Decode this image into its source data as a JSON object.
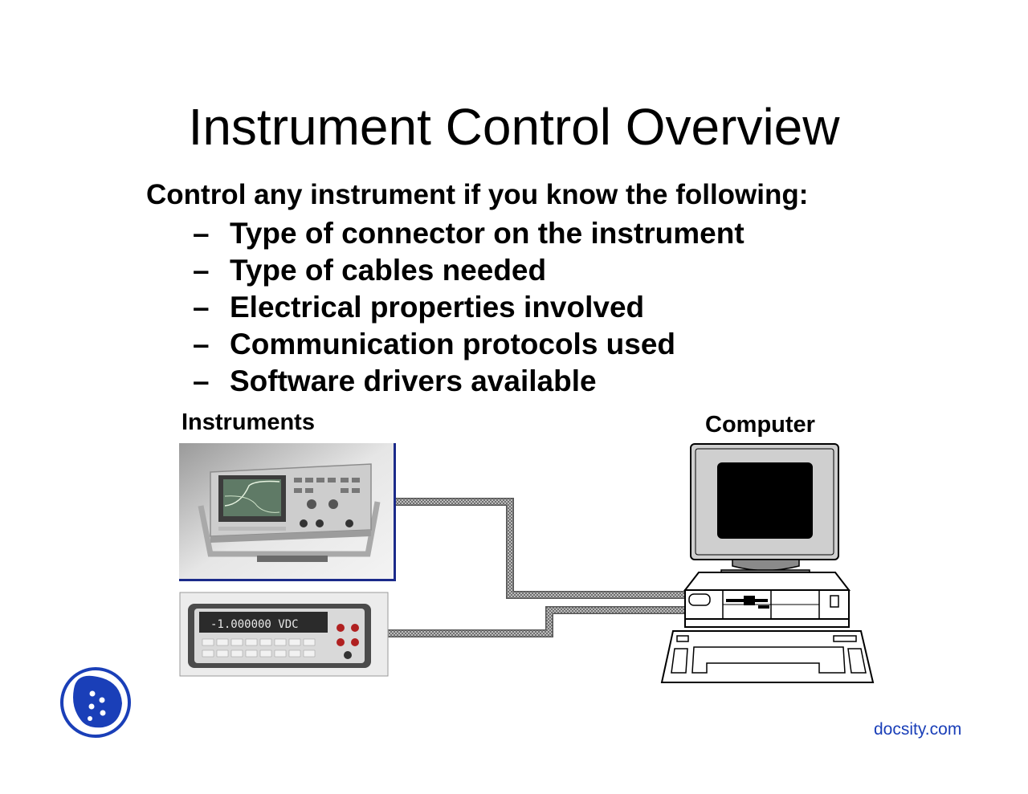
{
  "slide": {
    "title": "Instrument Control Overview",
    "intro": "Control any instrument if you know the following:",
    "bullets": [
      "Type of connector on the instrument",
      "Type of cables needed",
      "Electrical properties involved",
      "Communication protocols used",
      "Software drivers available"
    ],
    "bullet_marker": "–"
  },
  "diagram": {
    "instruments_label": "Instruments",
    "computer_label": "Computer",
    "oscilloscope_icon": "oscilloscope-photo",
    "multimeter_icon": "multimeter-photo",
    "multimeter_display": "-1.000000 VDC",
    "computer_icon": "desktop-computer",
    "colors": {
      "screen": "#000000",
      "monitor": "#cfcfcf",
      "cable": "#8a8a8a"
    }
  },
  "branding": {
    "logo_icon": "docsity-logo",
    "logo_color": "#1a3fb8",
    "footer_text": "docsity.com"
  }
}
